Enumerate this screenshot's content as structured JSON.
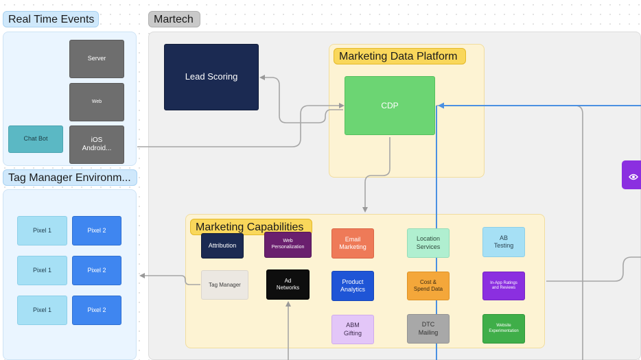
{
  "groups": {
    "real_time_events": "Real Time Events",
    "martech": "Martech",
    "tag_manager_env": "Tag Manager Environm...",
    "marketing_data_platform": "Marketing Data Platform",
    "marketing_capabilities": "Marketing Capabilities"
  },
  "nodes": {
    "server": "Server",
    "web": "Web",
    "ios_android": "iOS\nAndroid...",
    "chat_bot": "Chat Bot",
    "lead_scoring": "Lead Scoring",
    "cdp": "CDP",
    "pixels": [
      {
        "left": "Pixel 1",
        "right": "Pixel 2"
      },
      {
        "left": "Pixel 1",
        "right": "Pixel 2"
      },
      {
        "left": "Pixel 1",
        "right": "Pixel 2"
      }
    ],
    "attribution": "Attribution",
    "web_personalization": "Web\nPersonalization",
    "email_marketing": "Email\nMarketing",
    "location_services": "Location\nServices",
    "ab_testing": "AB\nTesting",
    "tag_manager": "Tag Manager",
    "ad_networks": "Ad\nNetworks",
    "product_analytics": "Product\nAnalytics",
    "cost_spend_data": "Cost &\nSpend Data",
    "in_app_ratings": "In-App Ratings\nand Reviews",
    "abm_gifting": "ABM\nGifting",
    "dtc_mailing": "DTC\nMailing",
    "website_experimentation": "Website\nExperimentation"
  },
  "icons": {
    "side_button": "eye-icon"
  },
  "colors": {
    "blue_panel": "#eaf5ff",
    "blue_label": "#cfe8fb",
    "gray_panel": "#f0f0f0",
    "gray_label": "#c9c9c9",
    "yellow_panel": "#fdf3d3",
    "yellow_label": "#f9d75b",
    "navy": "#1b2a52",
    "green": "#6cd573",
    "teal": "#5bb8c4",
    "dark_gray": "#6e6e6e",
    "light_blue": "#a6e0f5",
    "blue": "#3f86f0",
    "purple": "#8b2fe0",
    "connector_blue": "#4a90e2"
  }
}
